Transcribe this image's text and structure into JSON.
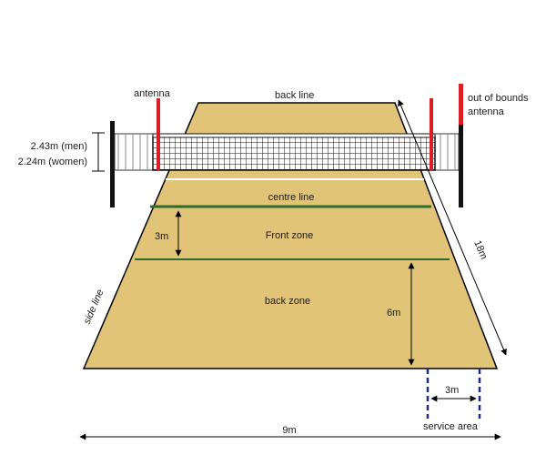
{
  "labels": {
    "antenna": "antenna",
    "back_line": "back line",
    "out_of_bounds_1": "out of bounds",
    "out_of_bounds_2": "antenna",
    "net_height_men": "2.43m (men)",
    "net_height_women": "2.24m (women)",
    "centre_line": "centre line",
    "front_zone": "Front zone",
    "back_zone": "back zone",
    "side_line": "side line",
    "dim_3m_front": "3m",
    "dim_6m": "6m",
    "dim_18m": "18m",
    "dim_3m_service": "3m",
    "dim_9m": "9m",
    "service_area": "service area"
  },
  "colors": {
    "court": "#e2c478",
    "line": "#2e6b2a",
    "antenna": "#d81f26",
    "post": "#111111",
    "service_dash": "#1a2b8c",
    "outline": "#000000"
  }
}
